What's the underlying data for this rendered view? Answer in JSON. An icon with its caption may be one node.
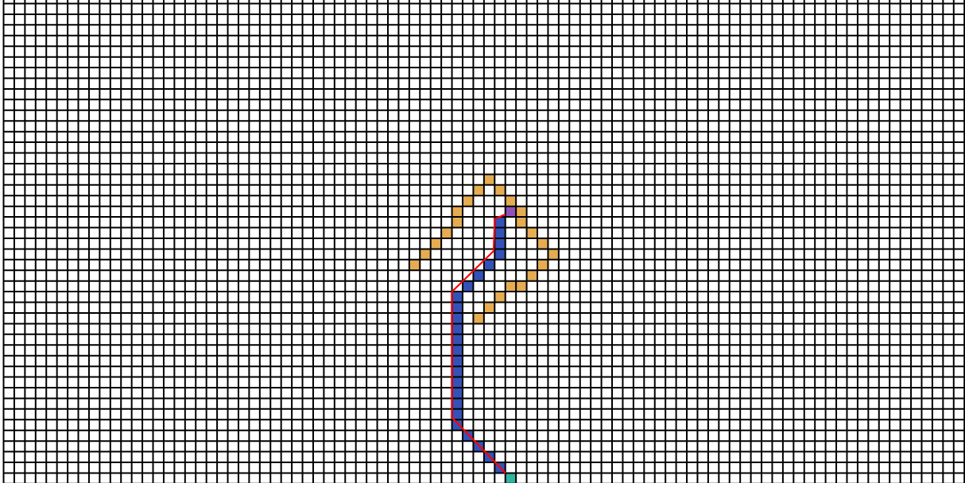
{
  "diagram": {
    "nodes": [
      {
        "text": [],
        "shape": "box"
      },
      {
        "text": [],
        "shape": "box"
      }
    ],
    "edges": [
      {
        "from": 1,
        "to": 0,
        "arrow": "none",
        "color": "#ff0000"
      }
    ]
  }
}
